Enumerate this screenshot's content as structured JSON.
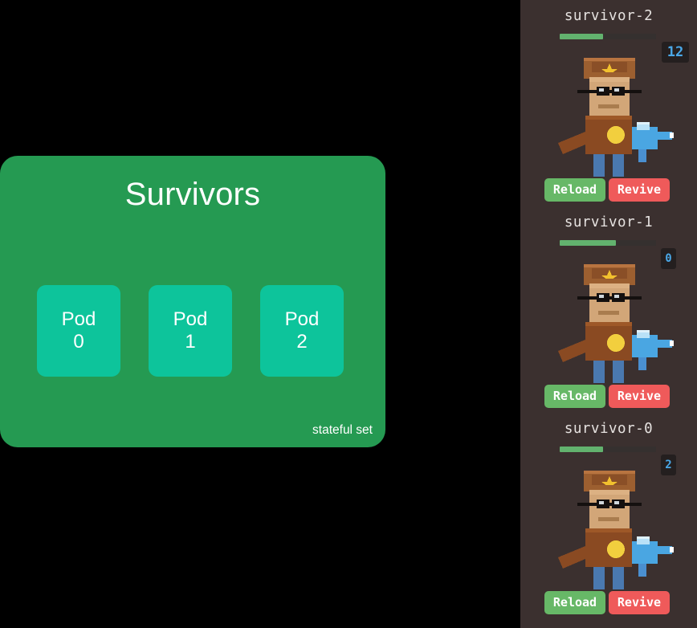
{
  "diagram": {
    "title": "Survivors",
    "kind_label": "stateful set",
    "panel_color": "#259a52",
    "pod_color": "#0dc49b",
    "pods": [
      {
        "label": "Pod",
        "index": "0"
      },
      {
        "label": "Pod",
        "index": "1"
      },
      {
        "label": "Pod",
        "index": "2"
      }
    ]
  },
  "hud": {
    "background_color": "#3b302f",
    "health_color": "#62b26e",
    "ammo_text_color": "#4aa8e8",
    "reload_color": "#67b867",
    "revive_color": "#ef5a5a",
    "survivors": [
      {
        "name": "survivor-2",
        "health_percent": 45,
        "ammo": "12",
        "reload_label": "Reload",
        "revive_label": "Revive"
      },
      {
        "name": "survivor-1",
        "health_percent": 58,
        "ammo": "0",
        "reload_label": "Reload",
        "revive_label": "Revive"
      },
      {
        "name": "survivor-0",
        "health_percent": 45,
        "ammo": "2",
        "reload_label": "Reload",
        "revive_label": "Revive"
      }
    ]
  }
}
